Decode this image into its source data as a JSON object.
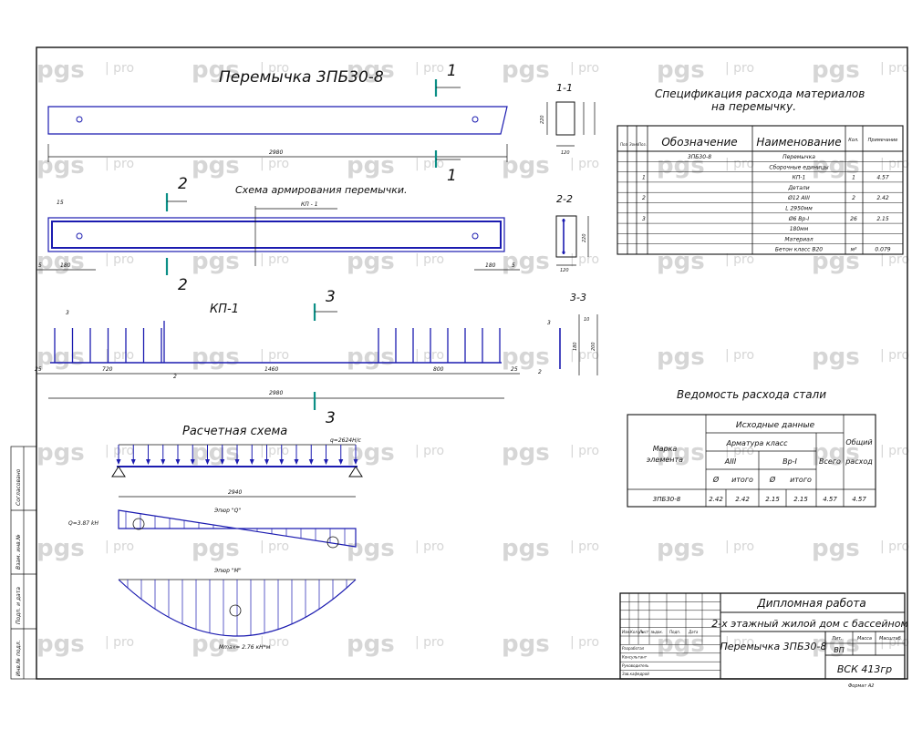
{
  "watermark": {
    "brand": "pgs",
    "suffix": "pro"
  },
  "titles": {
    "main": "Перемычка 3ПБ30-8",
    "reinforcement_scheme": "Схема армирования перемычки.",
    "cage": "КП-1",
    "calc_scheme": "Расчетная схема",
    "spec": "Спецификация расхода материалов на перемычку.",
    "steel": "Ведомость расхода стали"
  },
  "sections": {
    "s11": "1-1",
    "s22": "2-2",
    "s33": "3-3",
    "m1": "1",
    "m2": "2",
    "m3": "3"
  },
  "dims": {
    "length": "2980",
    "d15": "15",
    "d5": "5",
    "d180": "180",
    "h220": "220",
    "w120": "120",
    "kp1_label": "КП - 1",
    "d720": "720",
    "d1460": "1460",
    "d800": "800",
    "d25": "25",
    "d2980b": "2980",
    "s10": "10",
    "s180": "180",
    "s200": "200",
    "s2": "2",
    "s3": "3",
    "l0": "2940",
    "load": "q=2624Н/с",
    "q_left": "Q=3.87 kН",
    "m_max": "Mmax= 2.76 кН*м",
    "epure_q": "Эпюр \"Q\"",
    "epure_m": "Эпюр \"M\"",
    "marker_1": "1",
    "marker_2": "2",
    "marker_3": "3"
  },
  "spec_table": {
    "headers": [
      "Обозначение",
      "Наименование",
      "Кол.",
      "Примечание"
    ],
    "small_headers": [
      "Поз.",
      "Зона",
      "Поз."
    ],
    "rows": [
      [
        "",
        "",
        "",
        "3ПБ30-8",
        "Перемычка",
        "",
        ""
      ],
      [
        "",
        "",
        "",
        "",
        "Сборочные единицы",
        "",
        ""
      ],
      [
        "",
        "",
        "1",
        "",
        "КП-1",
        "1",
        "4.57"
      ],
      [
        "",
        "",
        "",
        "",
        "Детали",
        "",
        ""
      ],
      [
        "",
        "",
        "2",
        "",
        "Ø12 АIII",
        "2",
        "2.42"
      ],
      [
        "",
        "",
        "",
        "",
        "L 2950мм",
        "",
        ""
      ],
      [
        "",
        "",
        "3",
        "",
        "Ø6 Вр-I",
        "26",
        "2.15"
      ],
      [
        "",
        "",
        "",
        "",
        "180мм",
        "",
        ""
      ],
      [
        "",
        "",
        "",
        "",
        "Материал",
        "",
        ""
      ],
      [
        "",
        "",
        "",
        "",
        "Бетон класс В20",
        "м³",
        "0.079"
      ]
    ]
  },
  "steel_table": {
    "h_source": "Исходные данные",
    "h_mark": "Марка элемента",
    "h_class": "Арматура класс",
    "h_a3": "AIII",
    "h_bp1": "Вр-I",
    "h_total": "Общий расход",
    "h_all": "Всего",
    "h_d": "Ø",
    "h_itogo": "итого",
    "row": [
      "3ПБ30-8",
      "2.42",
      "2.42",
      "2.15",
      "2.15",
      "4.57",
      "4.57"
    ]
  },
  "stamp": {
    "title": "Дипломная работа",
    "project": "2-х этажный жилой дом с бассейном",
    "sheet_title": "Перемычка 3ПБ30-8",
    "stage": "ВП",
    "group": "ВСК 413гр",
    "lit": "Лит.",
    "mass": "Масса",
    "scale": "Масштаб",
    "format_label": "Формат А2",
    "cols": [
      "Изм.",
      "Кол.уч.",
      "Лист",
      "№док.",
      "Подп.",
      "Дата"
    ],
    "people": [
      "Разработал",
      "Консультант",
      "Руководитель",
      "Зав.кафедрой"
    ]
  },
  "left_strip": [
    "Инв.№ подл.",
    "Подп. и дата",
    "Взам. инв.№",
    "Согласовано"
  ]
}
